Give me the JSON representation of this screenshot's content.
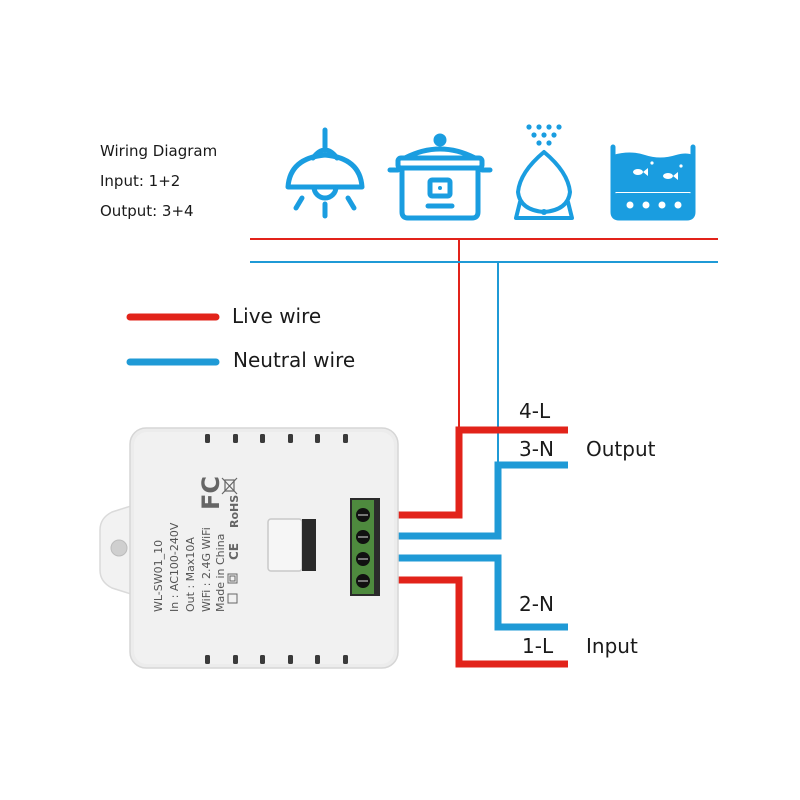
{
  "info": {
    "title": "Wiring Diagram",
    "input": "Input: 1+2",
    "output": "Output: 3+4"
  },
  "legend": {
    "live": "Live wire",
    "neutral": "Neutral wire"
  },
  "terminals": {
    "t4": "4-L",
    "t3": "3-N",
    "t2": "2-N",
    "t1": "1-L",
    "output_label": "Output",
    "input_label": "Input"
  },
  "device": {
    "model": "WL-SW01_10",
    "input_rating": "In : AC100-240V",
    "output_rating": "Out : Max10A",
    "wifi": "WiFi : 2.4G WiFi",
    "origin": "Made in China",
    "cert_fc": "FC",
    "cert_rohs": "RoHS",
    "cert_ce": "CE"
  },
  "appliance_icons": [
    "ceiling-lamp-icon",
    "rice-cooker-icon",
    "humidifier-icon",
    "aquarium-icon"
  ],
  "colors": {
    "live": "#e2231a",
    "neutral": "#1f9ad6",
    "icon": "#1a9de0",
    "device": "#ececec"
  }
}
